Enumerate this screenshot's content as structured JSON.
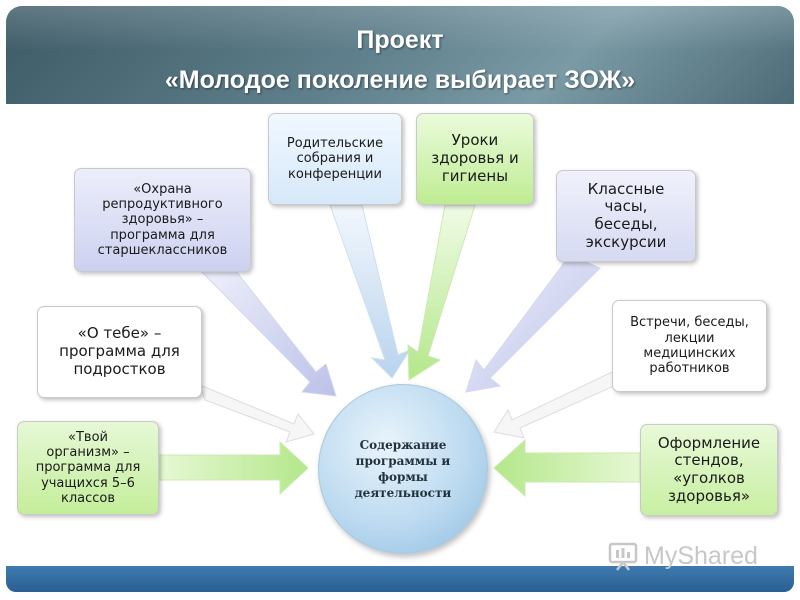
{
  "title": {
    "line1": "Проект",
    "line2": "«Молодое поколение выбирает ЗОЖ»"
  },
  "center": {
    "text": "Содержание\nпрограммы и\nформы\nдеятельности"
  },
  "boxes": [
    {
      "id": "box-parent-meetings",
      "text": "Родительские\nсобрания и\nконференции",
      "color": "#dcecfa"
    },
    {
      "id": "box-health-lessons",
      "text": "Уроки\nздоровья и\nгигиены",
      "color": "#c7ee9f"
    },
    {
      "id": "box-class-hours",
      "text": "Классные\nчасы,\nбеседы,\nэкскурсии",
      "color": "#dde0f3"
    },
    {
      "id": "box-reproductive-health",
      "text": "«Охрана\nрепродуктивного\nздоровья» –\nпрограмма для\nстаршеклассников",
      "color": "#d2d5f1"
    },
    {
      "id": "box-about-you",
      "text": "«О тебе» –\nпрограмма для\nподростков",
      "color": "#ffffff"
    },
    {
      "id": "box-medical-meetings",
      "text": "Встречи, беседы,\nлекции\nмедицинских\nработников",
      "color": "#ffffff"
    },
    {
      "id": "box-your-body",
      "text": "«Твой\nорганизм» –\nпрограмма для\nучащихся 5–6\nклассов",
      "color": "#ccf0a8"
    },
    {
      "id": "box-stands",
      "text": "Оформление\nстендов,\n«уголков\nздоровья»",
      "color": "#d4f3b4"
    }
  ],
  "watermark": {
    "text": "MyShared"
  },
  "colors": {
    "blue_arrow": "#c9def2",
    "green_arrow": "#bfeb96",
    "lavender_arrow": "#c7cbec",
    "white_arrow": "#f3f3f3"
  }
}
